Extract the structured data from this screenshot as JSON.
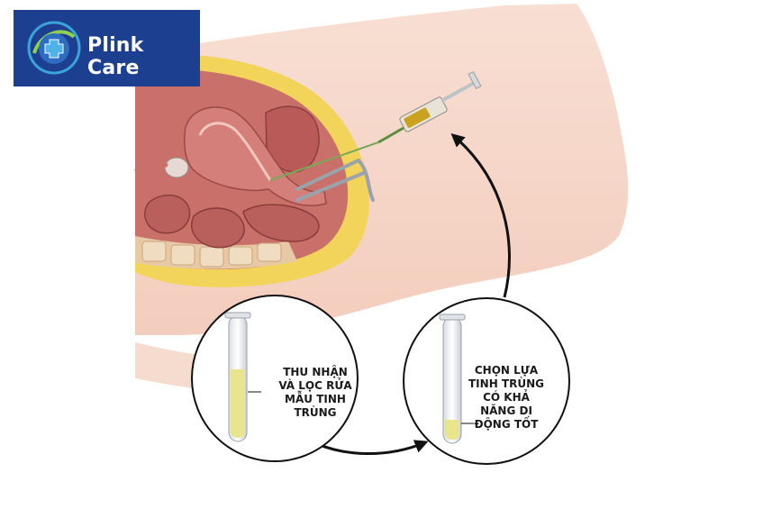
{
  "logo": {
    "text": "Plink Care",
    "icon": "medical-cross-logo-icon",
    "bg_color": "#1d3f8f"
  },
  "steps": [
    {
      "id": "collect-wash",
      "lines": [
        "THU NHẬN",
        "VÀ LỌC RỬA",
        "MẪU TINH",
        "TRÙNG"
      ]
    },
    {
      "id": "select-motile",
      "lines": [
        "CHỌN LỰA",
        "TINH TRÙNG",
        "CÓ KHẢ",
        "NĂNG DI",
        "ĐỘNG TỐT"
      ]
    }
  ],
  "colors": {
    "skin": "#f6d7c9",
    "tissue": "#c9706a",
    "fat": "#f2d45a",
    "fluid": "#e9e58f",
    "arrow": "#111111"
  }
}
